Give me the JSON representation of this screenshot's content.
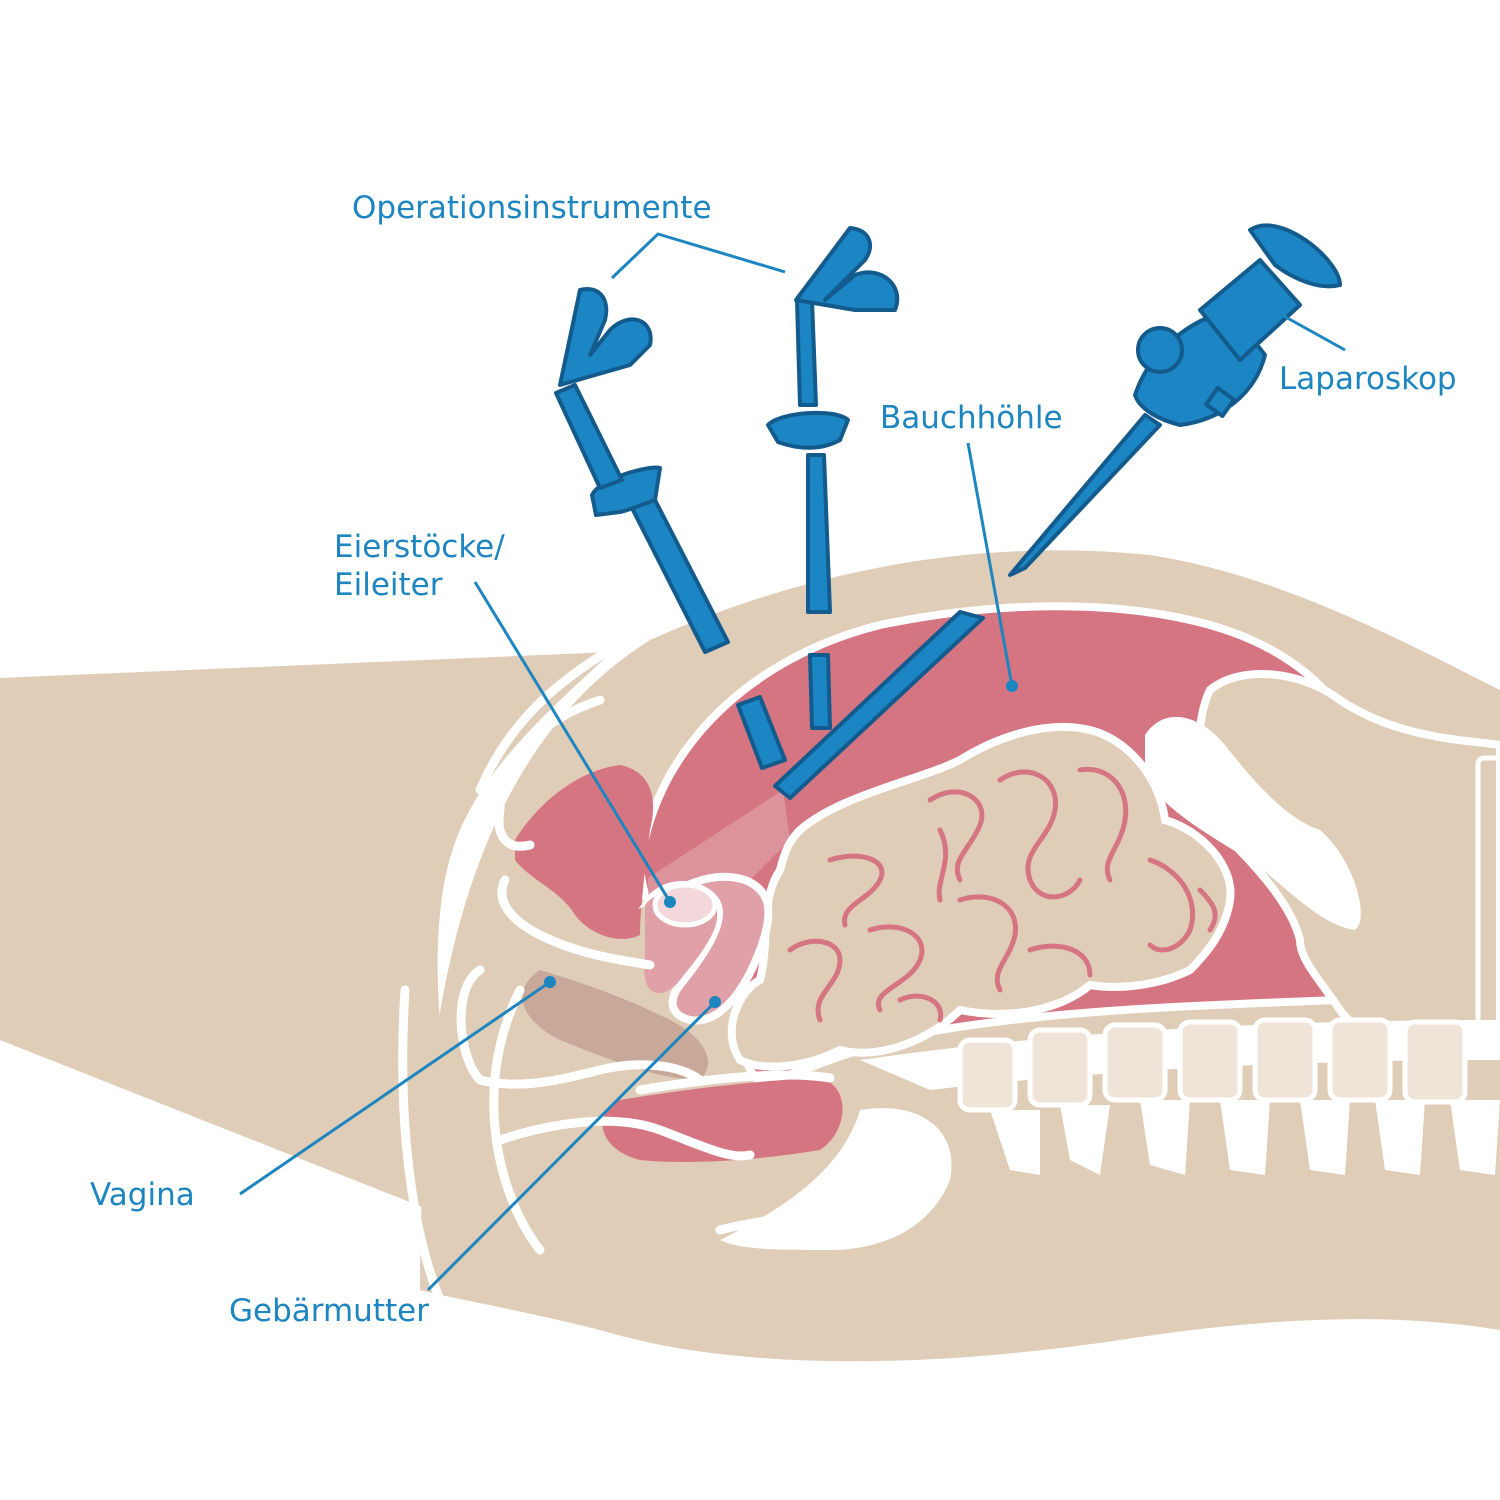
{
  "colors": {
    "skin": "#dfcdb7",
    "cavity": "#d67582",
    "organ_pink": "#e0a0a7",
    "instrument": "#1c86c4",
    "instrument_outline": "#135a8d",
    "label": "#1d85c0",
    "bone": "#ffffff",
    "outline": "#ffffff"
  },
  "labels": {
    "instruments": "Operationsinstrumente",
    "laparoscope": "Laparoskop",
    "abdominal_cavity": "Bauchhöhle",
    "ovaries_line1": "Eierstöcke/",
    "ovaries_line2": "Eileiter",
    "vagina": "Vagina",
    "uterus": "Gebärmutter"
  },
  "icons": [
    "grasper-instrument",
    "laparoscope-instrument"
  ]
}
